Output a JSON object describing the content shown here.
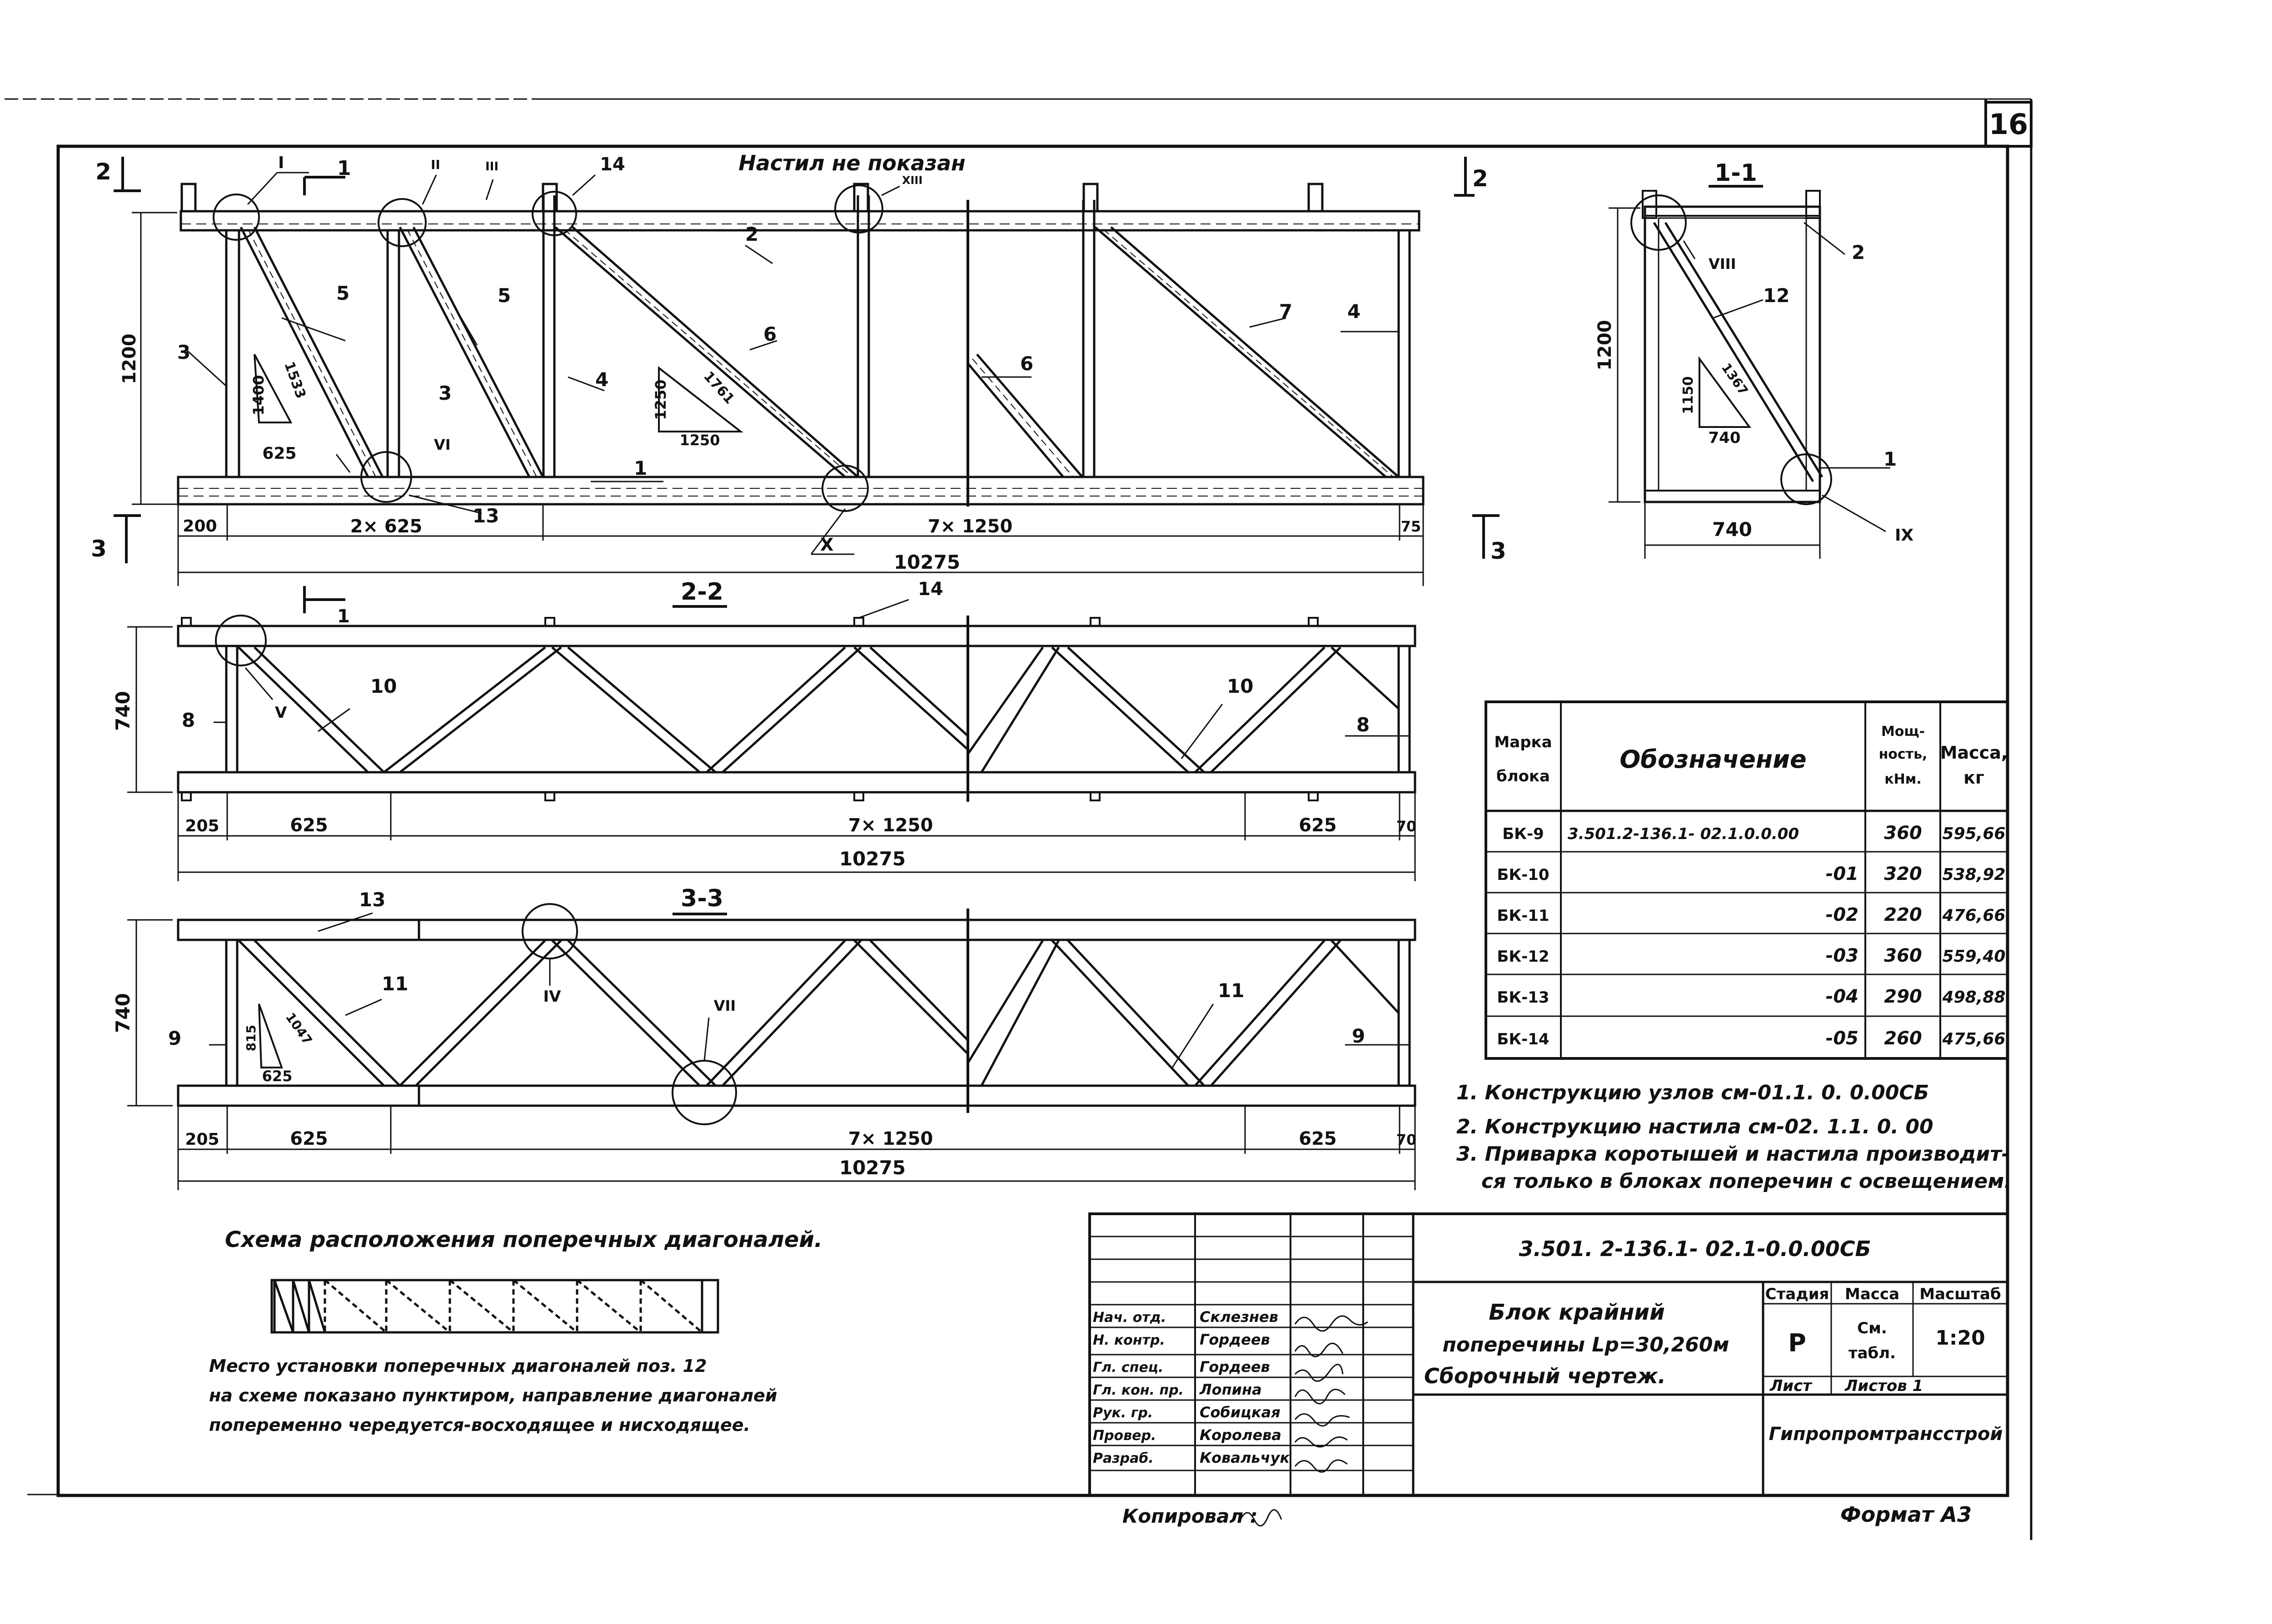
{
  "sheet": {
    "number": "16",
    "format_label": "Формат А3",
    "copied_by_label": "Копировал :"
  },
  "top_view": {
    "note": "Настил не показан",
    "section_marks": [
      "2",
      "1",
      "2",
      "3",
      "3",
      "1"
    ],
    "node_marks": [
      "I",
      "II",
      "III",
      "14",
      "XIII",
      "VI",
      "X"
    ],
    "part_numbers": [
      "2",
      "3",
      "5",
      "5",
      "3",
      "4",
      "6",
      "6",
      "7",
      "4",
      "1",
      "13"
    ],
    "height_dim": "1200",
    "triangles": [
      {
        "v": "1400",
        "h": "625",
        "d": "1533"
      },
      {
        "v": "1250",
        "h": "1250",
        "d": "1761"
      }
    ],
    "dims": [
      "200",
      "2× 625",
      "7× 1250",
      "75"
    ],
    "total_length": "10275"
  },
  "section_2_2": {
    "title": "2-2",
    "section_mark": "1",
    "node_marks": [
      "V"
    ],
    "part_numbers": [
      "14",
      "8",
      "10",
      "10",
      "8"
    ],
    "height_dim": "740",
    "dims": [
      "205",
      "625",
      "7× 1250",
      "625",
      "70"
    ],
    "total_length": "10275"
  },
  "section_3_3": {
    "title": "3-3",
    "node_marks": [
      "IV",
      "VII"
    ],
    "part_numbers": [
      "13",
      "11",
      "11",
      "9",
      "9"
    ],
    "height_dim": "740",
    "triangle": {
      "v": "815",
      "h": "625",
      "d": "1047"
    },
    "dims": [
      "205",
      "625",
      "7× 1250",
      "625",
      "70"
    ],
    "total_length": "10275"
  },
  "section_1_1": {
    "title": "1-1",
    "node_marks": [
      "VIII",
      "IX"
    ],
    "part_numbers": [
      "2",
      "12",
      "1"
    ],
    "height_dim": "1200",
    "triangle": {
      "v": "1150",
      "h": "740",
      "d": "1367"
    },
    "width_dim": "740"
  },
  "spec_table": {
    "headers": [
      "Марка блока",
      "Обозначение",
      "Мощ-ность, кНм.",
      "Масса, кг"
    ],
    "rows": [
      [
        "БК-9",
        "3.501.2-136.1- 02.1.0.0.00",
        "360",
        "595,66"
      ],
      [
        "БК-10",
        "-01",
        "320",
        "538,92"
      ],
      [
        "БК-11",
        "-02",
        "220",
        "476,66"
      ],
      [
        "БК-12",
        "-03",
        "360",
        "559,40"
      ],
      [
        "БК-13",
        "-04",
        "290",
        "498,88"
      ],
      [
        "БК-14",
        "-05",
        "260",
        "475,66"
      ]
    ]
  },
  "notes": [
    "1. Конструкцию узлов см-01.1. 0. 0.00СБ",
    "2. Конструкцию настила см-02. 1.1. 0. 00",
    "3. Приварка коротышей и настила производит-",
    "ся только в блоках поперечин с освещением."
  ],
  "scheme": {
    "title": "Схема расположения поперечных диагоналей.",
    "lines": [
      "Место установки поперечных диагоналей поз. 12",
      "на схеме показано пунктиром, направление диагоналей",
      "попеременно чередуется-восходящее и нисходящее."
    ]
  },
  "title_block": {
    "code": "3.501. 2-136.1- 02.1-0.0.00СБ",
    "name_lines": [
      "Блок крайний",
      "поперечины Lp=30,260м",
      "Сборочный чертеж."
    ],
    "stage_header": "Стадия",
    "mass_header": "Масса",
    "scale_header": "Масштаб",
    "stage": "Р",
    "mass": "См. табл.",
    "scale": "1:20",
    "sheet_label": "Лист",
    "sheets_label": "Листов 1",
    "organization": "Гипропромтрансстрой",
    "staff": [
      [
        "Нач. отд.",
        "Склезнев"
      ],
      [
        "Н. контр.",
        "Гордеев"
      ],
      [
        "Гл. спец.",
        "Гордеев"
      ],
      [
        "Гл. кон. пр.",
        "Лопина"
      ],
      [
        "Рук. гр.",
        "Собицкая"
      ],
      [
        "Провер.",
        "Королева"
      ],
      [
        "Разраб.",
        "Ковальчук"
      ]
    ]
  }
}
